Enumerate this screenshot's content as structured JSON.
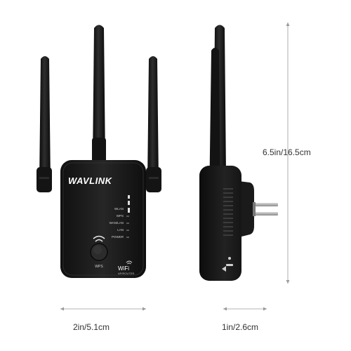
{
  "front_device": {
    "brand": "WAVLINK",
    "indicators": [
      "WLAN",
      "WPS",
      "WAN/LAN",
      "LAN",
      "POWER"
    ],
    "wps_button_label": "WPS",
    "badge_title": "WiFi",
    "badge_subtitle": "AP/ROUTER"
  },
  "dimensions": {
    "width": "2in/5.1cm",
    "depth": "1in/2.6cm",
    "height": "6.5in/16.5cm"
  },
  "colors": {
    "device_body": "#1c1c1c",
    "antenna": "#151515",
    "dimension_line": "#9a9a9a",
    "background": "#ffffff"
  }
}
